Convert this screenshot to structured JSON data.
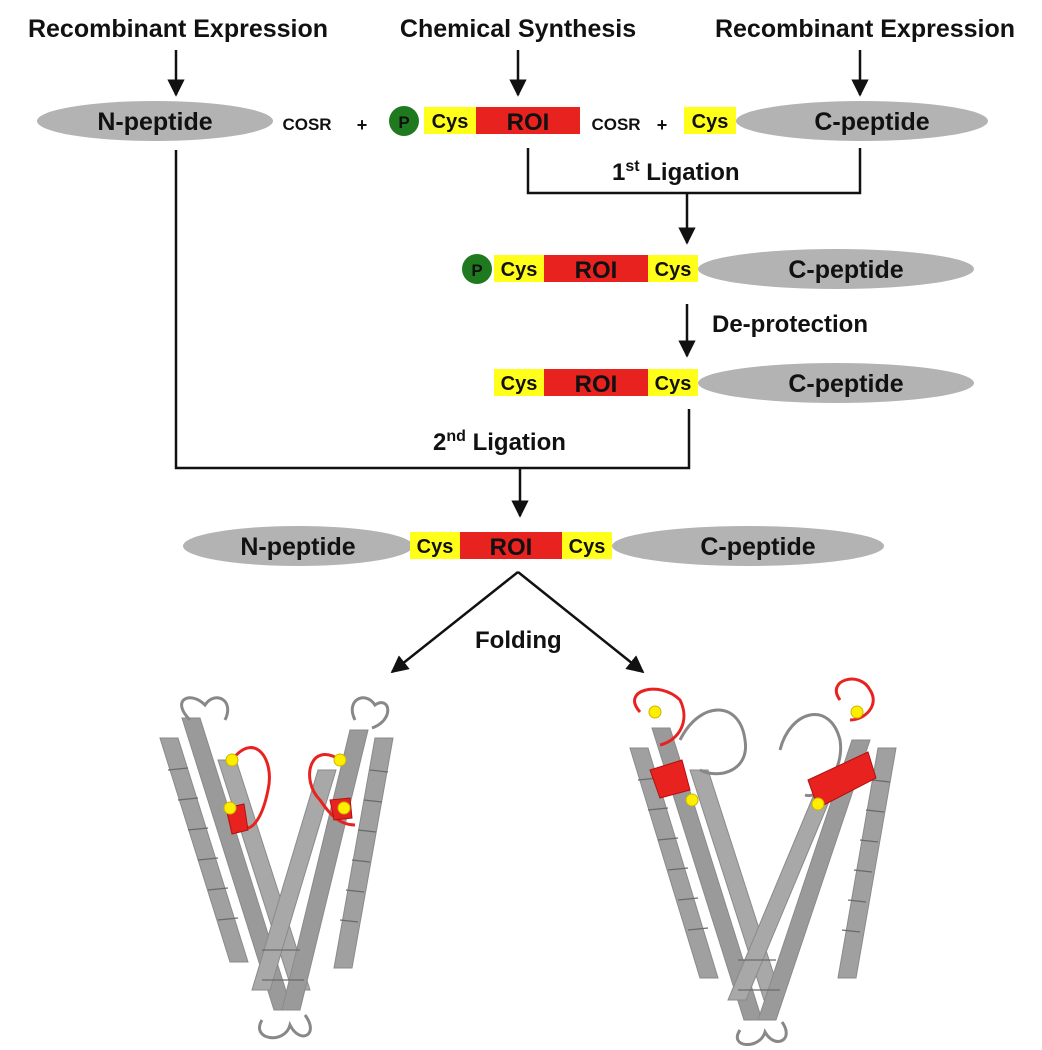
{
  "sources": {
    "left": "Recombinant Expression",
    "middle": "Chemical Synthesis",
    "right": "Recombinant Expression"
  },
  "fragments": {
    "n_peptide": "N-peptide",
    "c_peptide": "C-peptide",
    "cys": "Cys",
    "roi": "ROI",
    "thioester": "COSR",
    "plus": "+",
    "protecting_group": "P"
  },
  "steps": {
    "first_ligation": {
      "prefix": "1",
      "sup": "st",
      "suffix": " Ligation"
    },
    "deprotection": "De-protection",
    "second_ligation": {
      "prefix": "2",
      "sup": "nd",
      "suffix": " Ligation"
    },
    "folding": "Folding"
  },
  "colors": {
    "peptide_gray": "#b3b3b3",
    "cys_yellow": "#ffff1a",
    "roi_red": "#e8231f",
    "protect_green": "#1f7a1f",
    "helix_gray": "#9a9a9a",
    "sphere_yellow": "#ffee00"
  },
  "icons": {
    "protein_structure": "cartoon ribbon of two helical dimers"
  }
}
